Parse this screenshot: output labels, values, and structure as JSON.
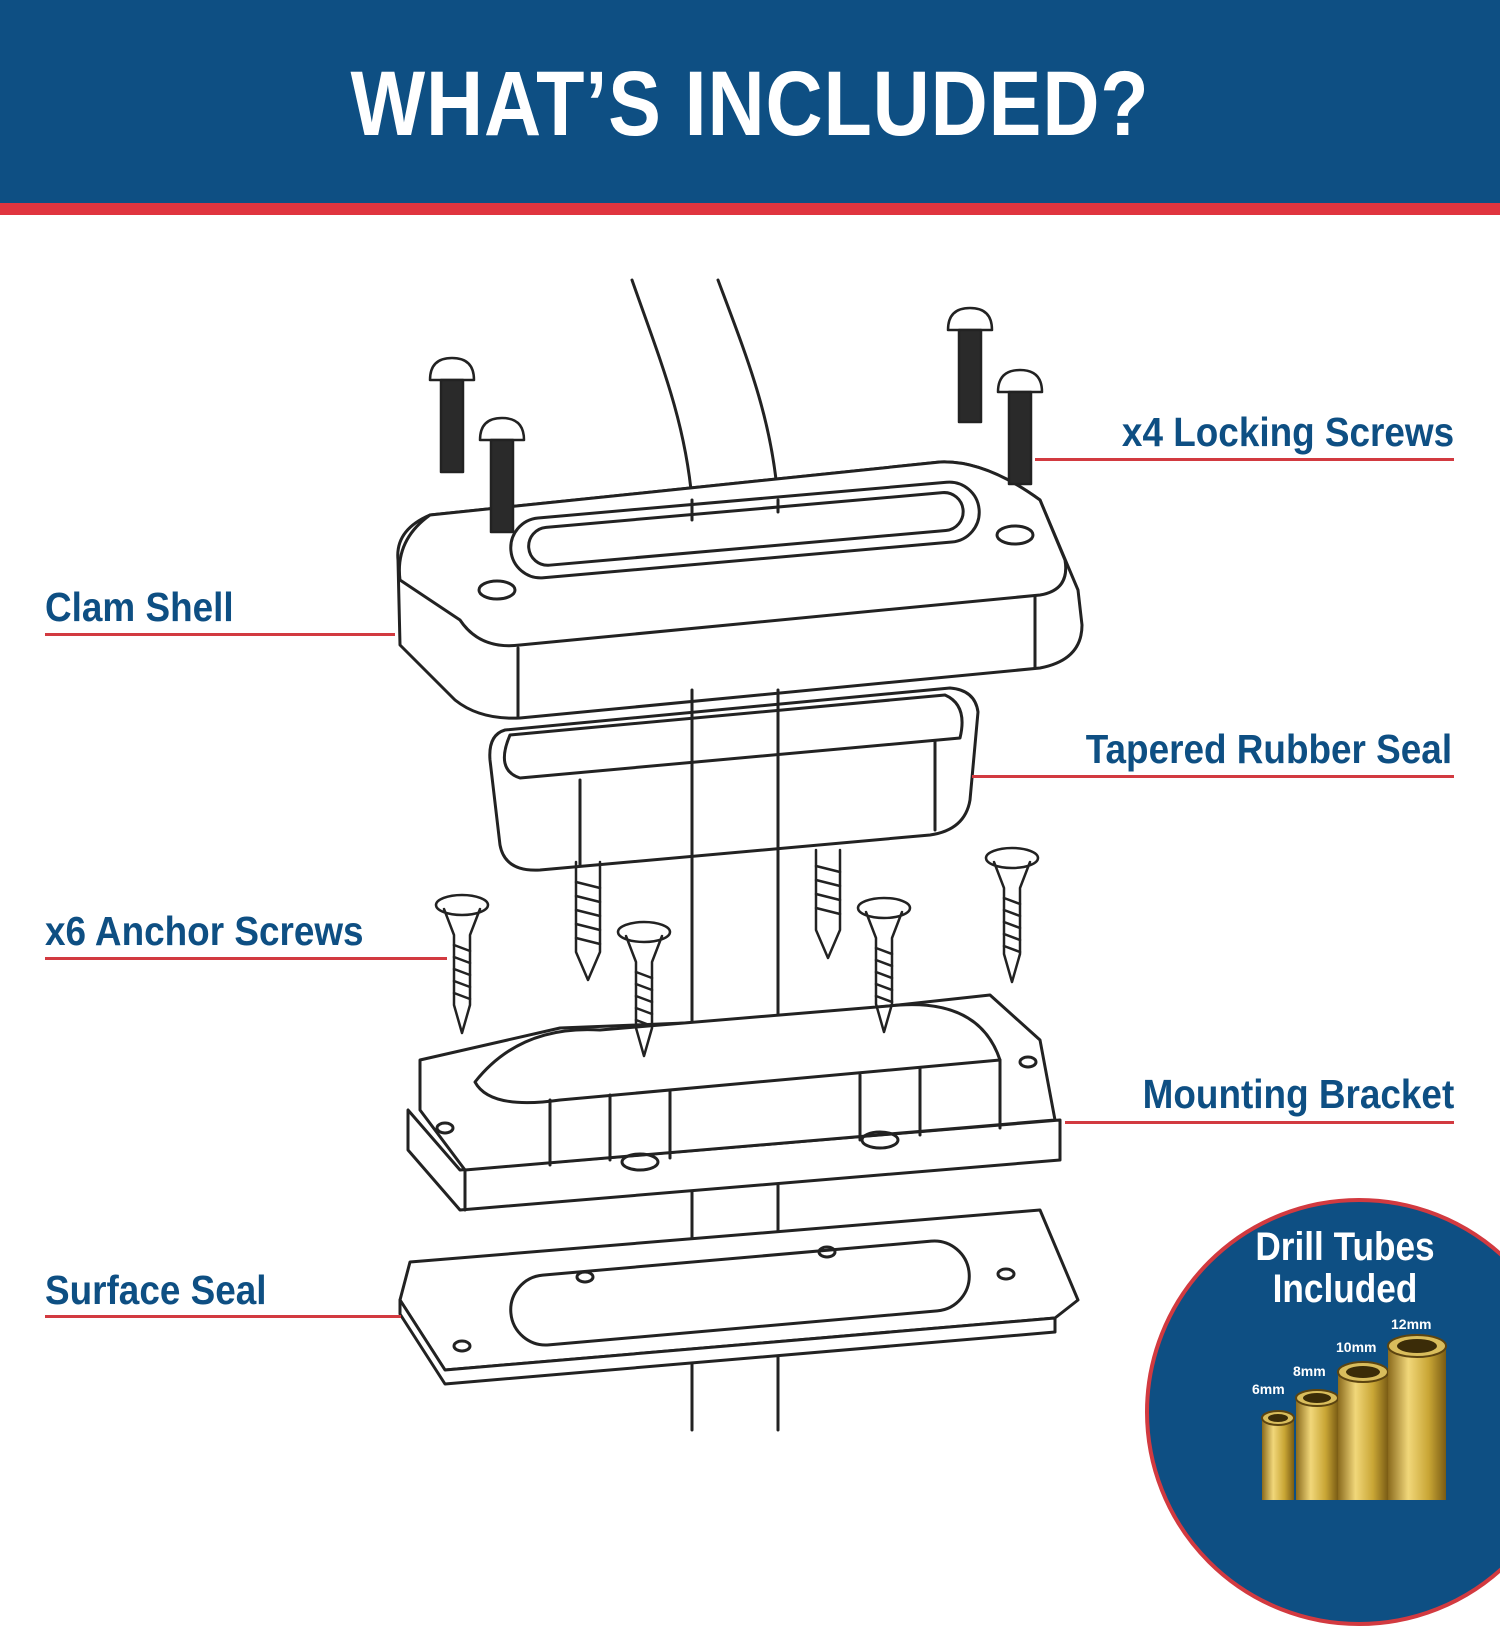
{
  "header": {
    "title": "WHAT’S INCLUDED?",
    "background_color": "#0e4f83",
    "stripe_color": "#e0353f"
  },
  "callouts": {
    "locking_screws": "x4 Locking Screws",
    "clam_shell": "Clam Shell",
    "tapered_rubber_seal": "Tapered Rubber Seal",
    "anchor_screws": "x6 Anchor Screws",
    "mounting_bracket": "Mounting Bracket",
    "surface_seal": "Surface Seal",
    "label_color": "#0e4f83",
    "rule_color": "#d23a40"
  },
  "drill_tubes": {
    "title": "Drill Tubes Included",
    "sizes": [
      "6mm",
      "8mm",
      "10mm",
      "12mm"
    ],
    "tube_color": "#c9a635"
  }
}
